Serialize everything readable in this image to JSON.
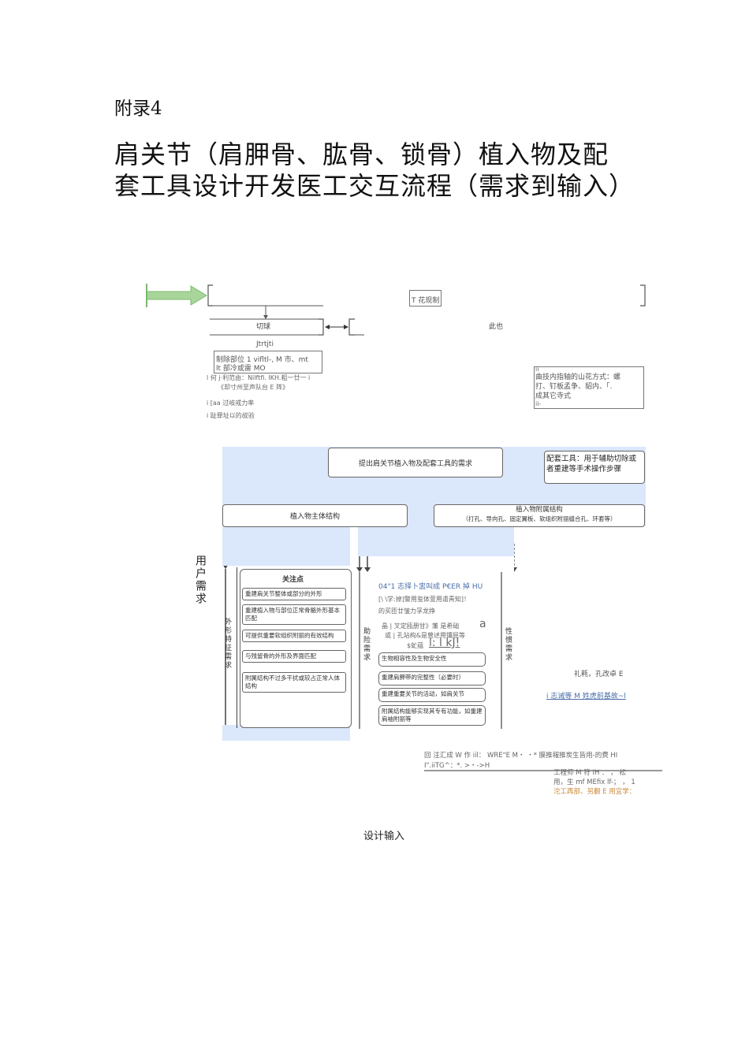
{
  "header": {
    "appendix_label": "附录4",
    "title_line1": "肩关节（肩胛骨、肱骨、锁骨）植入物及配",
    "title_line2": "套工具设计开发医工交互流程（需求到输入）"
  },
  "upper_diagram": {
    "top_box_label": "T 花现制",
    "left_box_label": "切球",
    "right_box_label": "此也",
    "sub_label": "Jtrtjti",
    "note_box_line1": "制除部位 1 vifltl-, M 市、mt",
    "note_box_line2": "lt 部冷或雷 MO",
    "note_line3": "l 何 j·利范由：Nilftfi. IKH.粗一廿一 i",
    "note_line4": "《却寸州至声队台 E 阵》",
    "note_line5": "i [aa 过岐戒力率",
    "note_line6": "i 趾罪址以的叔验",
    "right_note_line1": "ii",
    "right_note_line2": "曲技内指轴的山花方式：螺",
    "right_note_line3": "打、钉板孟争、貂内、「.",
    "right_note_line4": "成其它寺式",
    "right_note_line5": "ii-"
  },
  "flow": {
    "root_box": "提出肩关节植入物及配套工具的需求",
    "tools_box": "配套工具：用于辅助切除或者重建等手术操作步骤",
    "main_struct_box": "植入物主体结构",
    "attach_box_line1": "植入物附属结构",
    "attach_box_line2": "（打孔、导向孔、固定翼板、软组织附丽缝合孔、环套等）",
    "user_needs_label": "用户需求",
    "shape_needs_label": "外形特征需求",
    "focus_title": "关注点",
    "focus_items": [
      "重建肩关节整体或部分的外形",
      "重建植入物与部位正常骨骼外形基本匹配",
      "可提供重要软组织附丽的有效结构",
      "与残留骨的外形及界面匹配",
      "附属结构不过多干扰或较占正常人体结构"
    ],
    "aux_needs_label": "助险需求",
    "perf_needs_label": "性惯需求",
    "mid_text_line1": "04\"1 志择卜盅叫成 P€ER 掉 HU",
    "mid_text_line2": "[\\ \\学:掉]警用玺体萱用遣靑知]！",
    "mid_text_line3": "的买匝廿皱力孚龙挣",
    "mid_text_line4": "晶 | 叉定瓯册甘》藩  是希础",
    "mid_text_big_a": "a",
    "mid_text_line5": "或 |  孔站构&是曾述用镶屈等",
    "mid_text_line6": "$虻蕴",
    "mid_text_big": "l: l kJ!",
    "perf_items": [
      "生物相容性及生物安全性",
      "重建肩胛带的完整性（必要时）",
      "重建重要关节的活动，如肩关节",
      "附属结构能够实现其专有功能，如重建肩袖附丽等"
    ],
    "right_text_line1": "礼耗，孔改卓 E",
    "right_text_line2": "i 志诫等 M 姓虎前基故~l",
    "bottom_text_line1": "回  注汇成  W 作 iil：  WRE\"E M・ ・* 膜推報推炭生皆用-的费 HI",
    "bottom_text_line2": "I\".iiTG^：*.   >・->H",
    "engineer_line1": "工程师     M 符 IH ：   ，  松",
    "engineer_line2": "用，生 mf MEfix lf-；  ，  1",
    "engineer_line3": "沱工再部、另翻 E 用宜学："
  },
  "footer": {
    "design_input_label": "设计输入"
  },
  "colors": {
    "arrow_green": "#a8d59a",
    "highlight_blue": "#dbe7fb",
    "accent_orange": "#c98a3a"
  }
}
